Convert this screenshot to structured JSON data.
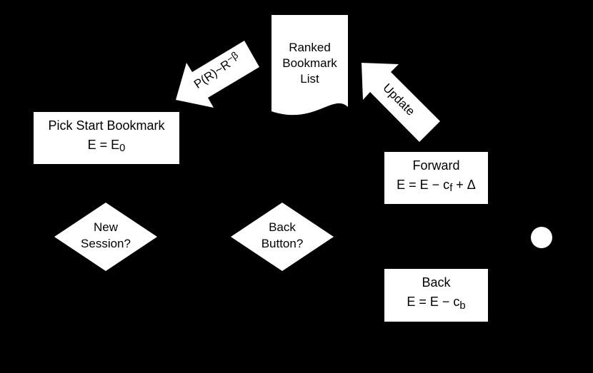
{
  "colors": {
    "background": "#000000",
    "shape_fill": "#ffffff",
    "text": "#000000"
  },
  "nodes": {
    "ranked_list": {
      "lines": [
        "Ranked",
        "Bookmark",
        "List"
      ]
    },
    "pick_start": {
      "title": "Pick Start Bookmark",
      "formula": {
        "pre": "E = E",
        "sub": "0",
        "post": ""
      }
    },
    "forward": {
      "title": "Forward",
      "formula": {
        "pre": "E = E − c",
        "sub": "f",
        "post": " + Δ"
      }
    },
    "back": {
      "title": "Back",
      "formula": {
        "pre": "E = E − c",
        "sub": "b",
        "post": ""
      }
    },
    "new_session": {
      "line1": "New",
      "line2": "Session?"
    },
    "back_button": {
      "line1": "Back",
      "line2": "Button?"
    }
  },
  "arrows": {
    "rank_probability": {
      "label_pre": "P(R)~R",
      "label_sup": "−β"
    },
    "update": {
      "label": "Update"
    }
  }
}
